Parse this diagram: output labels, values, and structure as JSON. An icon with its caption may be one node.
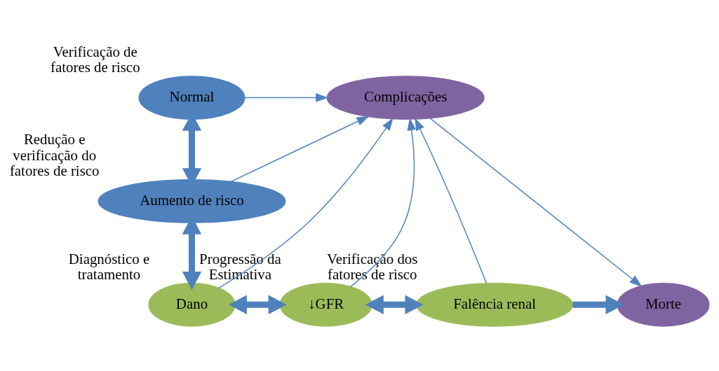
{
  "diagram": {
    "nodes": [
      {
        "text": [
          "Normal"
        ],
        "beside": [
          "Verificação de fatores de risco"
        ]
      },
      {
        "text": [
          "Aumento de risco"
        ],
        "beside": [
          "Redução e verificação do fatores de risco"
        ]
      },
      {
        "text": [
          "Dano"
        ],
        "beside": [
          "Diagnóstico e tratamento"
        ]
      },
      {
        "text": [
          "↓GFR"
        ],
        "beside": [
          "Progressão da Estimativa"
        ]
      },
      {
        "text": [
          "Falência renal"
        ],
        "beside": [
          "Verificação dos fatores de risco"
        ]
      },
      {
        "text": [
          "Morte"
        ]
      },
      {
        "text": [
          "Complicações"
        ]
      }
    ],
    "edges": [
      {
        "from": 0,
        "to": 1,
        "arrow": "both",
        "style": "thick"
      },
      {
        "from": 1,
        "to": 2,
        "arrow": "both",
        "style": "thick"
      },
      {
        "from": 2,
        "to": 3,
        "arrow": "both",
        "style": "thick"
      },
      {
        "from": 3,
        "to": 4,
        "arrow": "both",
        "style": "thick"
      },
      {
        "from": 4,
        "to": 5,
        "arrow": "to",
        "style": "thick"
      },
      {
        "from": 0,
        "to": 6,
        "arrow": "to"
      },
      {
        "from": 1,
        "to": 6,
        "arrow": "to"
      },
      {
        "from": 2,
        "to": 6,
        "arrow": "to"
      },
      {
        "from": 3,
        "to": 6,
        "arrow": "to"
      },
      {
        "from": 4,
        "to": 6,
        "arrow": "to"
      },
      {
        "from": 6,
        "to": 5,
        "arrow": "to"
      }
    ]
  }
}
